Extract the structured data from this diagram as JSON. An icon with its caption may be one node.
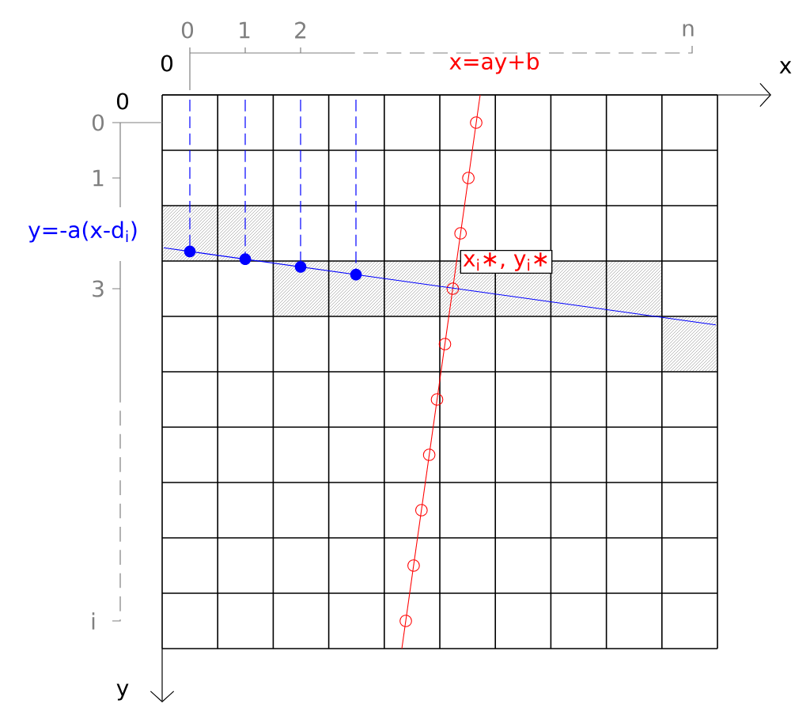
{
  "diagram": {
    "nodes": [
      {
        "text": [
          "x$_{i}$∗, y$_{i}$∗"
        ]
      }
    ],
    "labels": [
      "0",
      "1",
      "2",
      "n",
      "0",
      "x=ay+b",
      "x",
      "0",
      "0",
      "1",
      "y=-a(x-d$_{i}$)",
      "3",
      "i",
      "y"
    ]
  }
}
